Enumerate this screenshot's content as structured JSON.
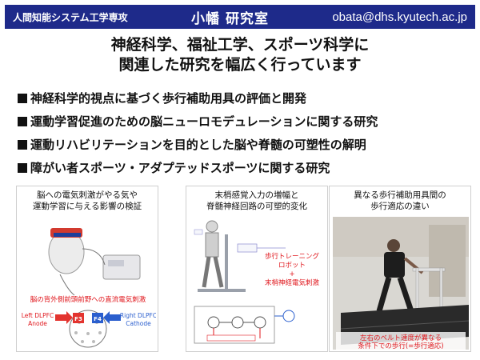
{
  "header": {
    "department": "人間知能システム工学専攻",
    "lab_name": "小幡 研究室",
    "email": "obata@dhs.kyutech.ac.jp"
  },
  "headline": {
    "line1": "神経科学、福祉工学、スポーツ科学に",
    "line2": "関連した研究を幅広く行っています"
  },
  "bullets": [
    "神経科学的視点に基づく歩行補助用具の評価と開発",
    "運動学習促進のための脳ニューロモデュレーションに関する研究",
    "運動リハビリテーションを目的とした脳や脊髄の可塑性の解明",
    "障がい者スポーツ・アダプテッドスポーツに関する研究"
  ],
  "panels": [
    {
      "title1": "脳への電気刺激がやる気や",
      "title2": "運動学習に与える影響の検証",
      "caption": "脳の背外側前頭前野への直流電気刺激",
      "left_label1": "Left DLPFC",
      "left_label2": "Anode",
      "right_label1": "Right DLPFC",
      "right_label2": "Cathode",
      "f3": "F3",
      "f4": "F4"
    },
    {
      "title1": "末梢感覚入力の増幅と",
      "title2": "脊髄神経回路の可塑的変化",
      "robot1": "歩行トレーニング",
      "robot2": "ロボット",
      "plus": "+",
      "stim": "末梢神経電気刺激"
    },
    {
      "title1": "異なる歩行補助用具間の",
      "title2": "歩行適応の違い",
      "caption1": "左右のベルト速度が異なる",
      "caption2": "条件下での歩行(=歩行適応)"
    }
  ],
  "colors": {
    "header_bg": "#1e2a8a",
    "accent_red": "#e0181e",
    "panel_border": "#cfcfcf"
  }
}
